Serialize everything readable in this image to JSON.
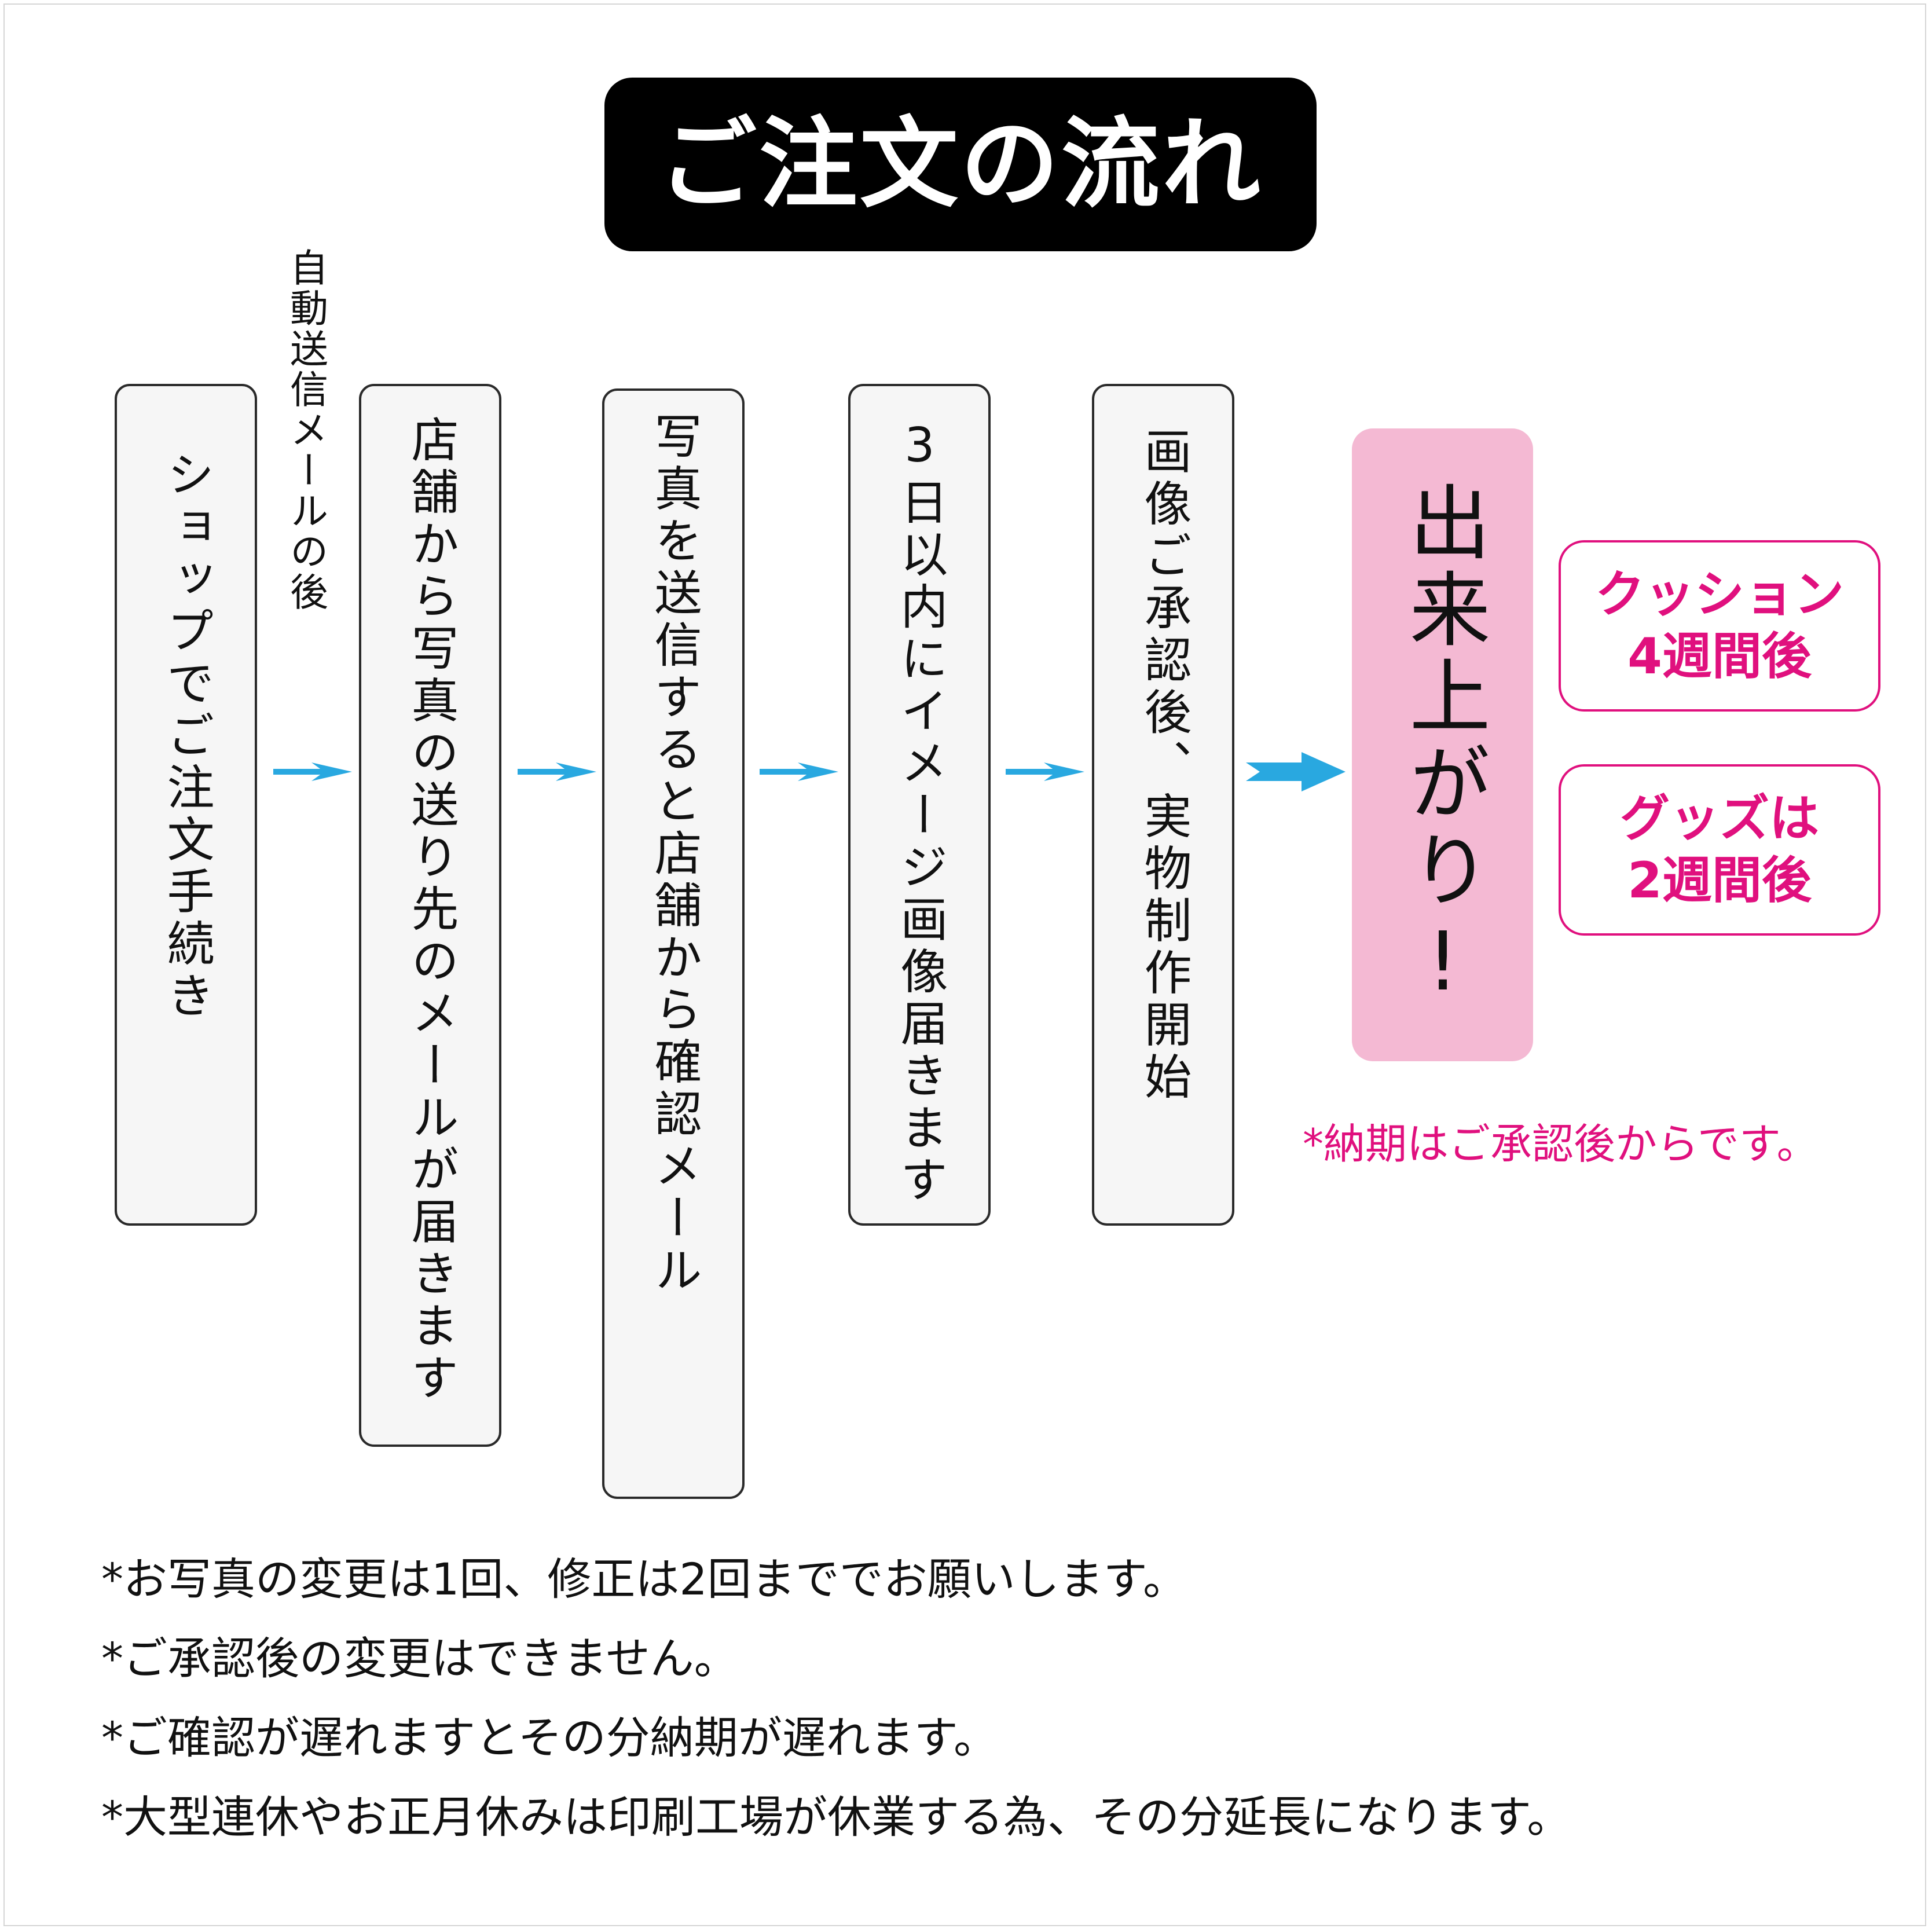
{
  "title": "ご注文の流れ",
  "steps": [
    "ショップでご注文手続き",
    "店舗から写真の送り先のメールが届きます",
    "写真を送信すると店舗から確認メール",
    "3日以内にイメージ画像届きます",
    "画像ご承認後、実物制作開始"
  ],
  "auto_mail_note": "自動送信メールの後",
  "final_step": "出来上がり!",
  "periods": [
    {
      "line1": "クッション",
      "line2": "4週間後"
    },
    {
      "line1": "グッズは",
      "line2": "2週間後"
    }
  ],
  "delivery_note": "*納期はご承認後からです。",
  "notes": [
    "*お写真の変更は1回、修正は2回まででお願いします。",
    "*ご承認後の変更はできません。",
    "*ご確認が遅れますとその分納期が遅れます。",
    "*大型連休やお正月休みは印刷工場が休業する為、その分延長になります。"
  ],
  "colors": {
    "arrow": "#29a8e0",
    "accent_pink": "#e0107e",
    "done_box": "#f4b9d3",
    "title_bg": "#000000",
    "step_bg": "#f6f6f6"
  },
  "icons": [
    "arrow-right-icon"
  ]
}
